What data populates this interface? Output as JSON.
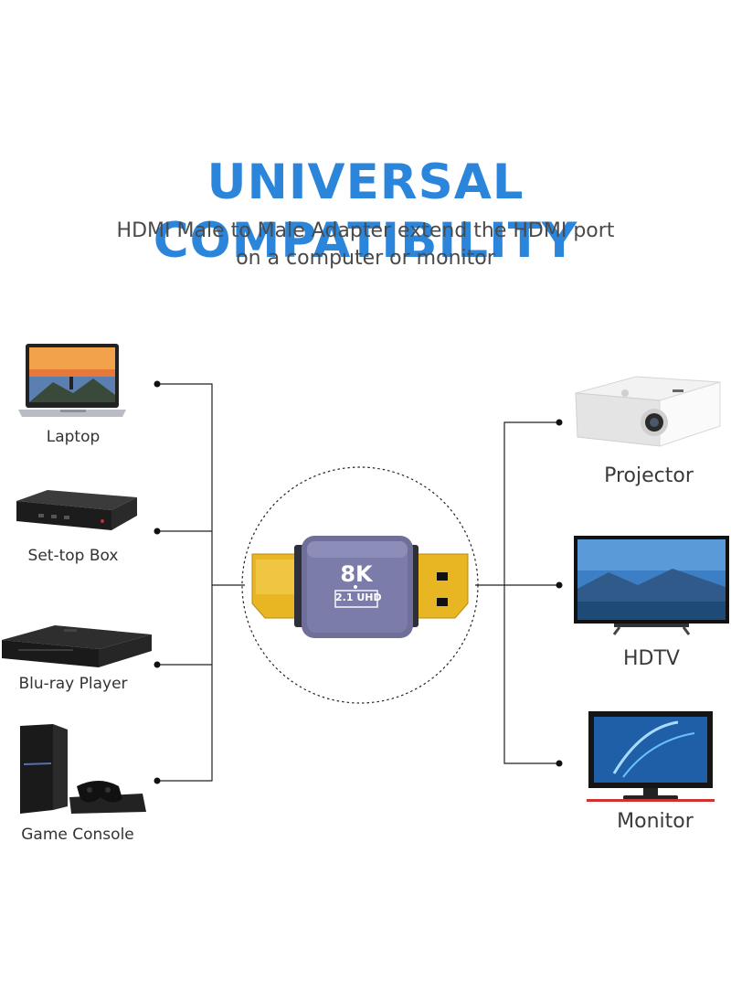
{
  "header": {
    "title": "UNIVERSAL COMPATIBILITY",
    "subtitle_line1": "HDMI Male to Male Adapter extend the HDMI port",
    "subtitle_line2": "on a computer or monitor"
  },
  "adapter": {
    "resolution": "8K",
    "version": "2.1 UHD"
  },
  "sources": [
    {
      "label": "Laptop",
      "icon": "laptop-icon"
    },
    {
      "label": "Set-top Box",
      "icon": "settop-box-icon"
    },
    {
      "label": "Blu-ray Player",
      "icon": "bluray-player-icon"
    },
    {
      "label": "Game Console",
      "icon": "game-console-icon"
    }
  ],
  "displays": [
    {
      "label": "Projector",
      "icon": "projector-icon"
    },
    {
      "label": "HDTV",
      "icon": "hdtv-icon"
    },
    {
      "label": "Monitor",
      "icon": "monitor-icon"
    }
  ],
  "colors": {
    "headline": "#2b86db",
    "adapter_shell": "#6f6f9a",
    "connector_gold": "#e6b422"
  }
}
